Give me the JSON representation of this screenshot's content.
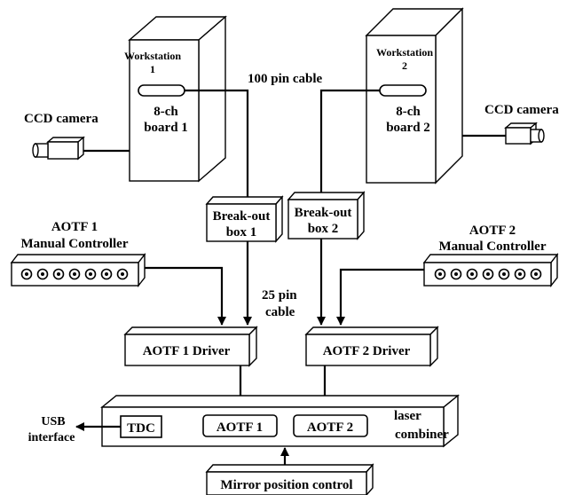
{
  "workstation1": {
    "title_line1": "Workstation",
    "title_line2": "1",
    "board_line1": "8-ch",
    "board_line2": "board 1"
  },
  "workstation2": {
    "title_line1": "Workstation",
    "title_line2": "2",
    "board_line1": "8-ch",
    "board_line2": "board 2"
  },
  "cable_100": "100 pin cable",
  "cable_25_line1": "25 pin",
  "cable_25_line2": "cable",
  "camera_left": "CCD camera",
  "camera_right": "CCD camera",
  "breakout1": {
    "line1": "Break-out",
    "line2": "box 1"
  },
  "breakout2": {
    "line1": "Break-out",
    "line2": "box 2"
  },
  "aotf1_controller": {
    "line1": "AOTF 1",
    "line2": "Manual Controller"
  },
  "aotf2_controller": {
    "line1": "AOTF 2",
    "line2": "Manual Controller"
  },
  "driver1": "AOTF 1 Driver",
  "driver2": "AOTF 2 Driver",
  "combiner": {
    "tdc": "TDC",
    "aotf1": "AOTF 1",
    "aotf2": "AOTF 2",
    "label_line1": "laser",
    "label_line2": "combiner"
  },
  "usb": {
    "line1": "USB",
    "line2": "interface"
  },
  "mirror_control": "Mirror position control"
}
